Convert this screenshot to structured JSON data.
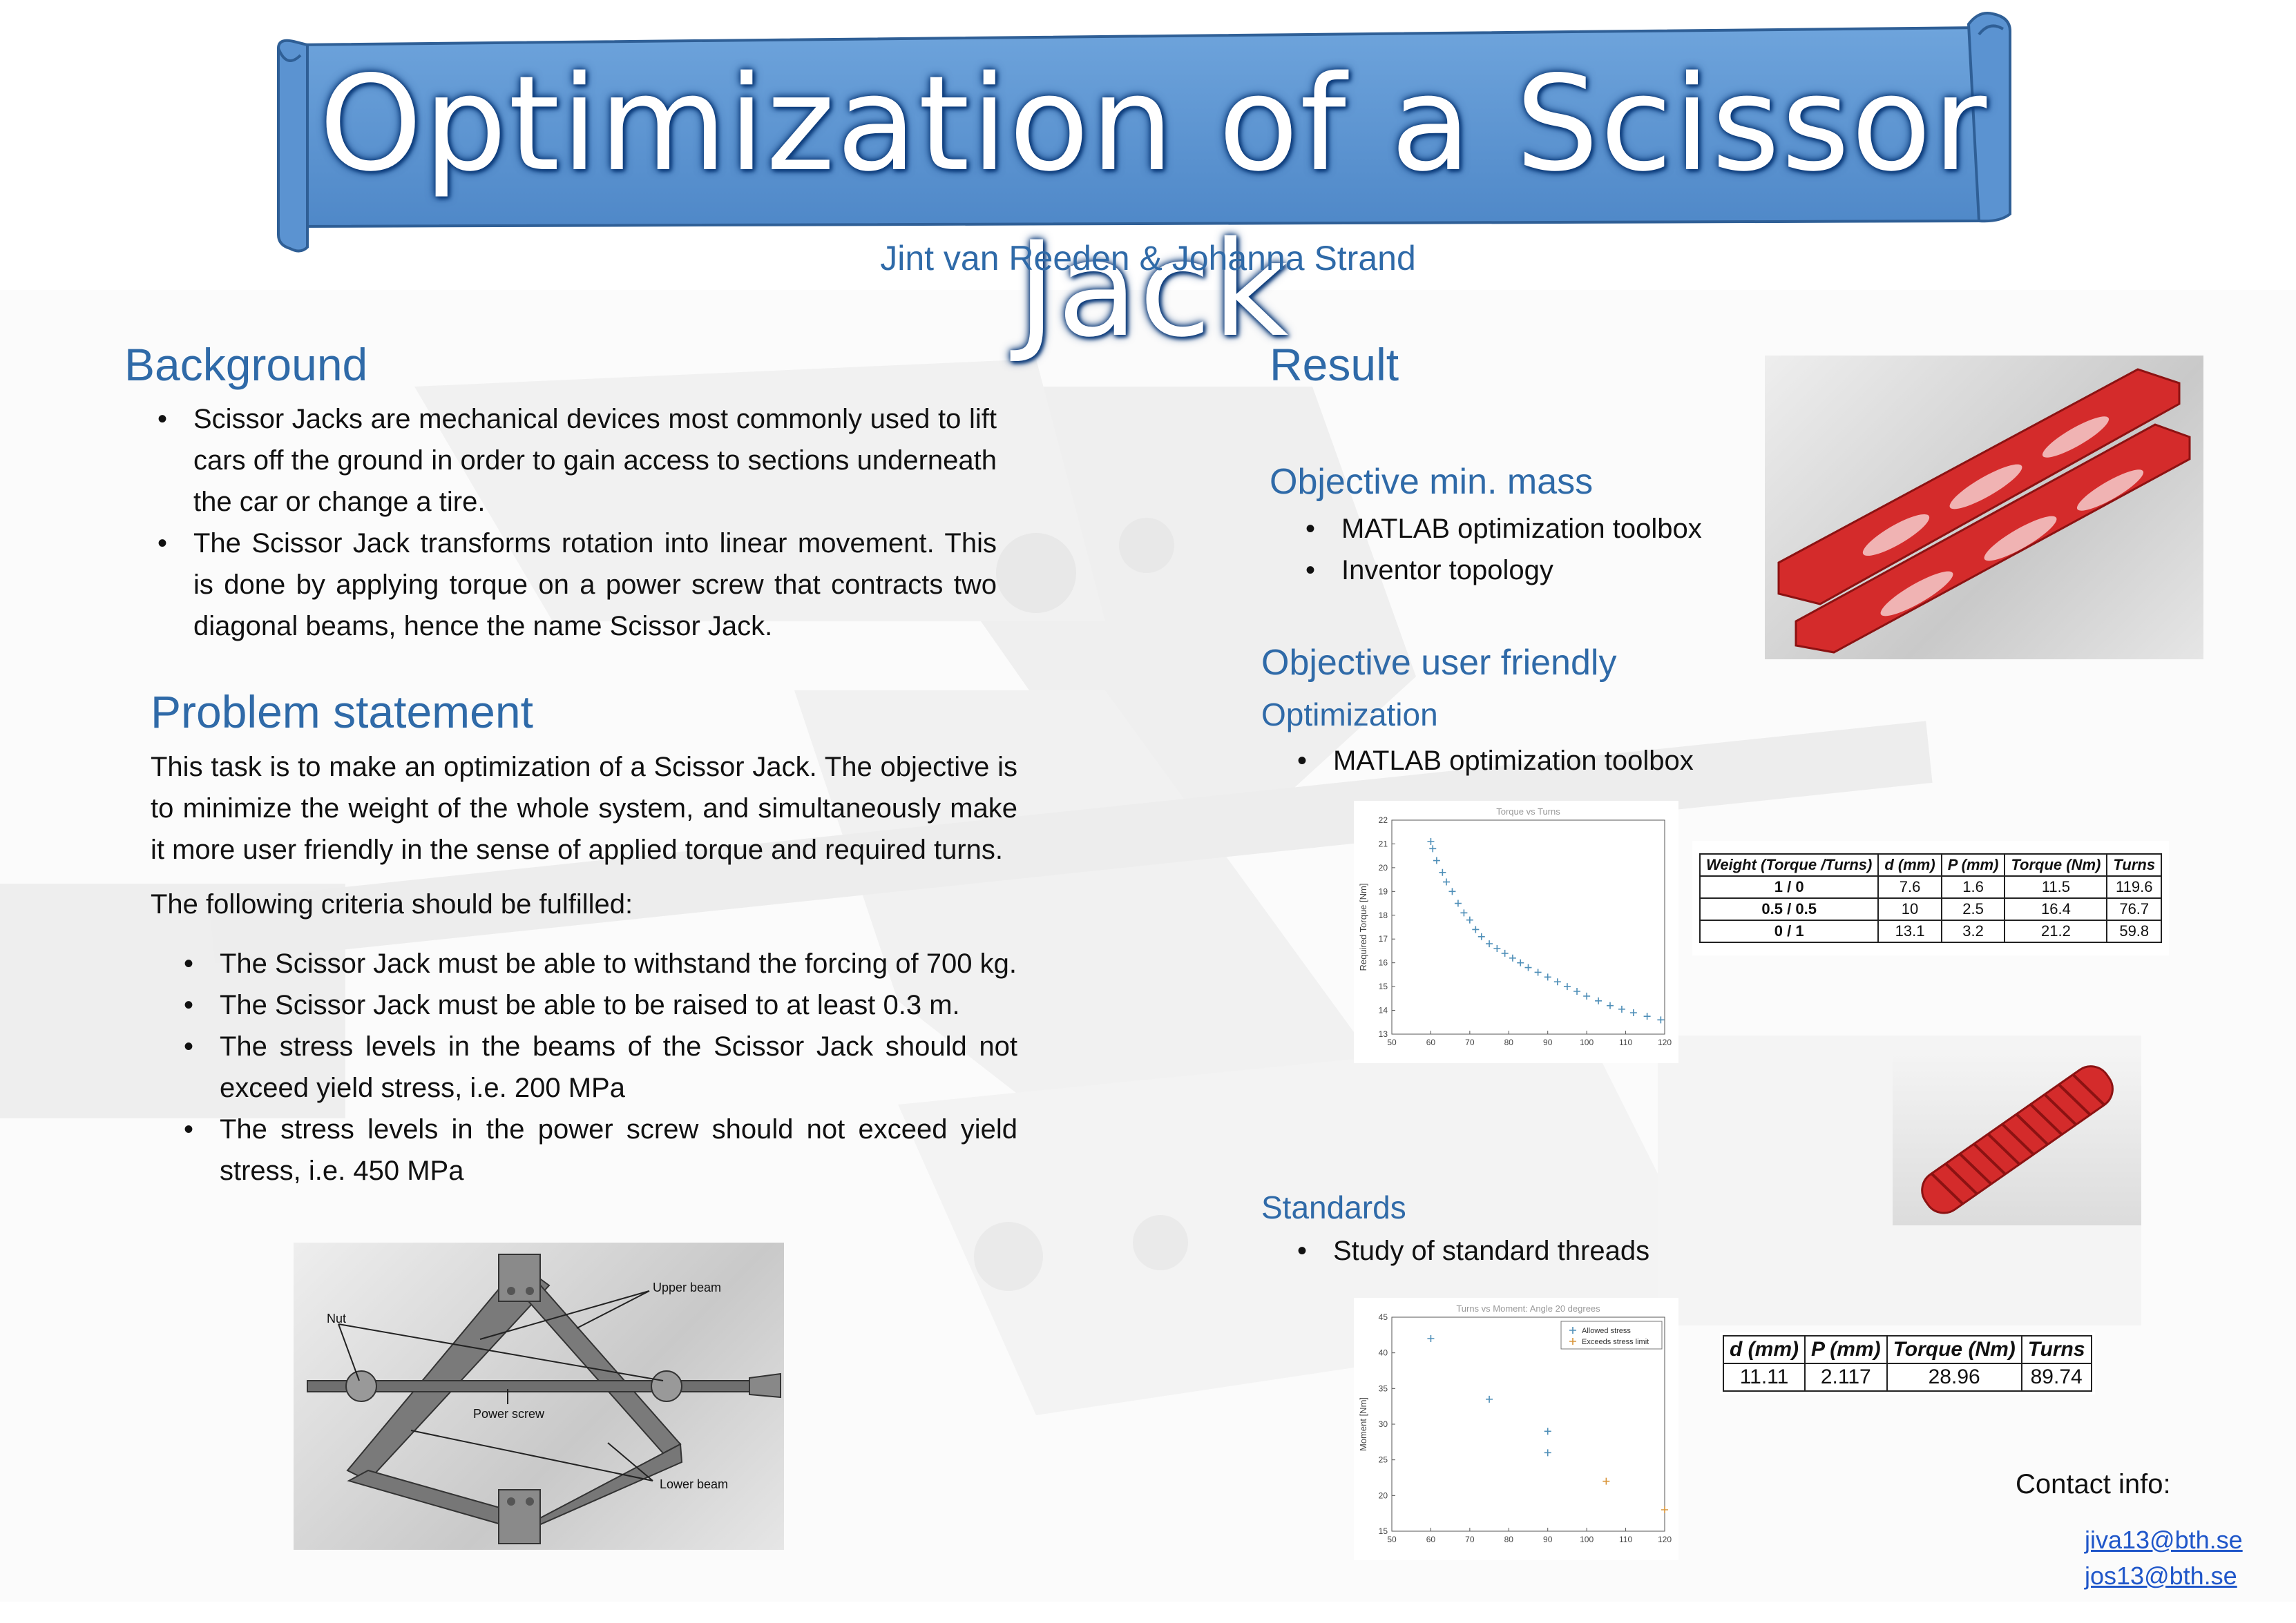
{
  "title": "Optimization of a Scissor Jack",
  "authors": "Jint van Reeden & Johanna Strand",
  "background": {
    "heading": "Background",
    "bullets": [
      "Scissor Jacks are mechanical devices most commonly used to lift cars off the ground in order to gain access to sections underneath the car or change a tire.",
      "The Scissor Jack transforms rotation into linear movement. This is done by applying torque on a power screw that contracts two diagonal beams, hence the name Scissor Jack."
    ]
  },
  "problem": {
    "heading": "Problem statement",
    "paragraph": "This task is to make an optimization of a Scissor Jack. The objective is to minimize the weight of the whole system, and simultaneously make it more user friendly in the sense of applied torque and required turns.",
    "criteria_intro": "The following criteria should be fulfilled:",
    "criteria": [
      "The Scissor Jack must be able to withstand the forcing of 700 kg.",
      "The Scissor Jack must be able to be raised to at least 0.3 m.",
      "The stress levels in the beams of the Scissor Jack should not exceed yield stress, i.e. 200 MPa",
      "The stress levels in the power screw should not exceed yield stress, i.e. 450 MPa"
    ]
  },
  "diagram": {
    "labels": {
      "nut": "Nut",
      "upper_beam": "Upper beam",
      "power_screw": "Power screw",
      "lower_beam": "Lower beam"
    }
  },
  "result": {
    "heading": "Result",
    "obj_mass": {
      "heading": "Objective min. mass",
      "bullets": [
        "MATLAB optimization toolbox",
        "Inventor topology"
      ]
    },
    "obj_user": {
      "heading": "Objective user friendly",
      "sub": "Optimization",
      "bullets": [
        "MATLAB optimization toolbox"
      ]
    },
    "standards": {
      "heading": "Standards",
      "bullets": [
        "Study of standard threads"
      ]
    }
  },
  "table1": {
    "headers": [
      "Weight (Torque /Turns)",
      "d (mm)",
      "P (mm)",
      "Torque (Nm)",
      "Turns"
    ],
    "rows": [
      [
        "1 / 0",
        "7.6",
        "1.6",
        "11.5",
        "119.6"
      ],
      [
        "0.5 / 0.5",
        "10",
        "2.5",
        "16.4",
        "76.7"
      ],
      [
        "0 / 1",
        "13.1",
        "3.2",
        "21.2",
        "59.8"
      ]
    ]
  },
  "table2": {
    "headers": [
      "d (mm)",
      "P (mm)",
      "Torque (Nm)",
      "Turns"
    ],
    "rows": [
      [
        "11.11",
        "2.117",
        "28.96",
        "89.74"
      ]
    ]
  },
  "contact": {
    "label": "Contact info:",
    "emails": [
      "jiva13@bth.se",
      "jos13@bth.se"
    ]
  },
  "chart_data": [
    {
      "type": "scatter",
      "title": "Torque vs Turns",
      "ylabel": "Required Torque [Nm]",
      "xlim": [
        50,
        120
      ],
      "ylim": [
        13,
        22
      ],
      "xticks": [
        50,
        60,
        70,
        80,
        90,
        100,
        110,
        120
      ],
      "yticks": [
        13,
        14,
        15,
        16,
        17,
        18,
        19,
        20,
        21,
        22
      ],
      "series": [
        {
          "color": "#4f8fb8",
          "points": [
            [
              60,
              21.1
            ],
            [
              60.5,
              20.8
            ],
            [
              61.5,
              20.3
            ],
            [
              63,
              19.8
            ],
            [
              64,
              19.4
            ],
            [
              65.5,
              19.0
            ],
            [
              67,
              18.5
            ],
            [
              68.5,
              18.1
            ],
            [
              70,
              17.8
            ],
            [
              71.5,
              17.4
            ],
            [
              73,
              17.1
            ],
            [
              75,
              16.8
            ],
            [
              77,
              16.6
            ],
            [
              79,
              16.4
            ],
            [
              81,
              16.2
            ],
            [
              83,
              16.0
            ],
            [
              85,
              15.8
            ],
            [
              87.5,
              15.6
            ],
            [
              90,
              15.4
            ],
            [
              92.5,
              15.2
            ],
            [
              95,
              15.0
            ],
            [
              97.5,
              14.8
            ],
            [
              100,
              14.6
            ],
            [
              103,
              14.4
            ],
            [
              106,
              14.2
            ],
            [
              109,
              14.05
            ],
            [
              112,
              13.9
            ],
            [
              115.5,
              13.75
            ],
            [
              119,
              13.6
            ]
          ]
        }
      ]
    },
    {
      "type": "scatter",
      "title": "Turns vs Moment: Angle 20 degrees",
      "ylabel": "Moment [Nm]",
      "xlim": [
        50,
        120
      ],
      "ylim": [
        15,
        45
      ],
      "xticks": [
        50,
        60,
        70,
        80,
        90,
        100,
        110,
        120
      ],
      "yticks": [
        15,
        20,
        25,
        30,
        35,
        40,
        45
      ],
      "legend": "top-right",
      "series": [
        {
          "name": "Allowed stress",
          "color": "#4f8fb8",
          "points": [
            [
              60,
              42
            ],
            [
              75,
              33.5
            ],
            [
              90,
              29
            ],
            [
              90,
              26
            ]
          ]
        },
        {
          "name": "Exceeds stress limit",
          "color": "#d9953a",
          "points": [
            [
              105,
              22
            ],
            [
              120,
              18
            ]
          ]
        }
      ]
    }
  ]
}
